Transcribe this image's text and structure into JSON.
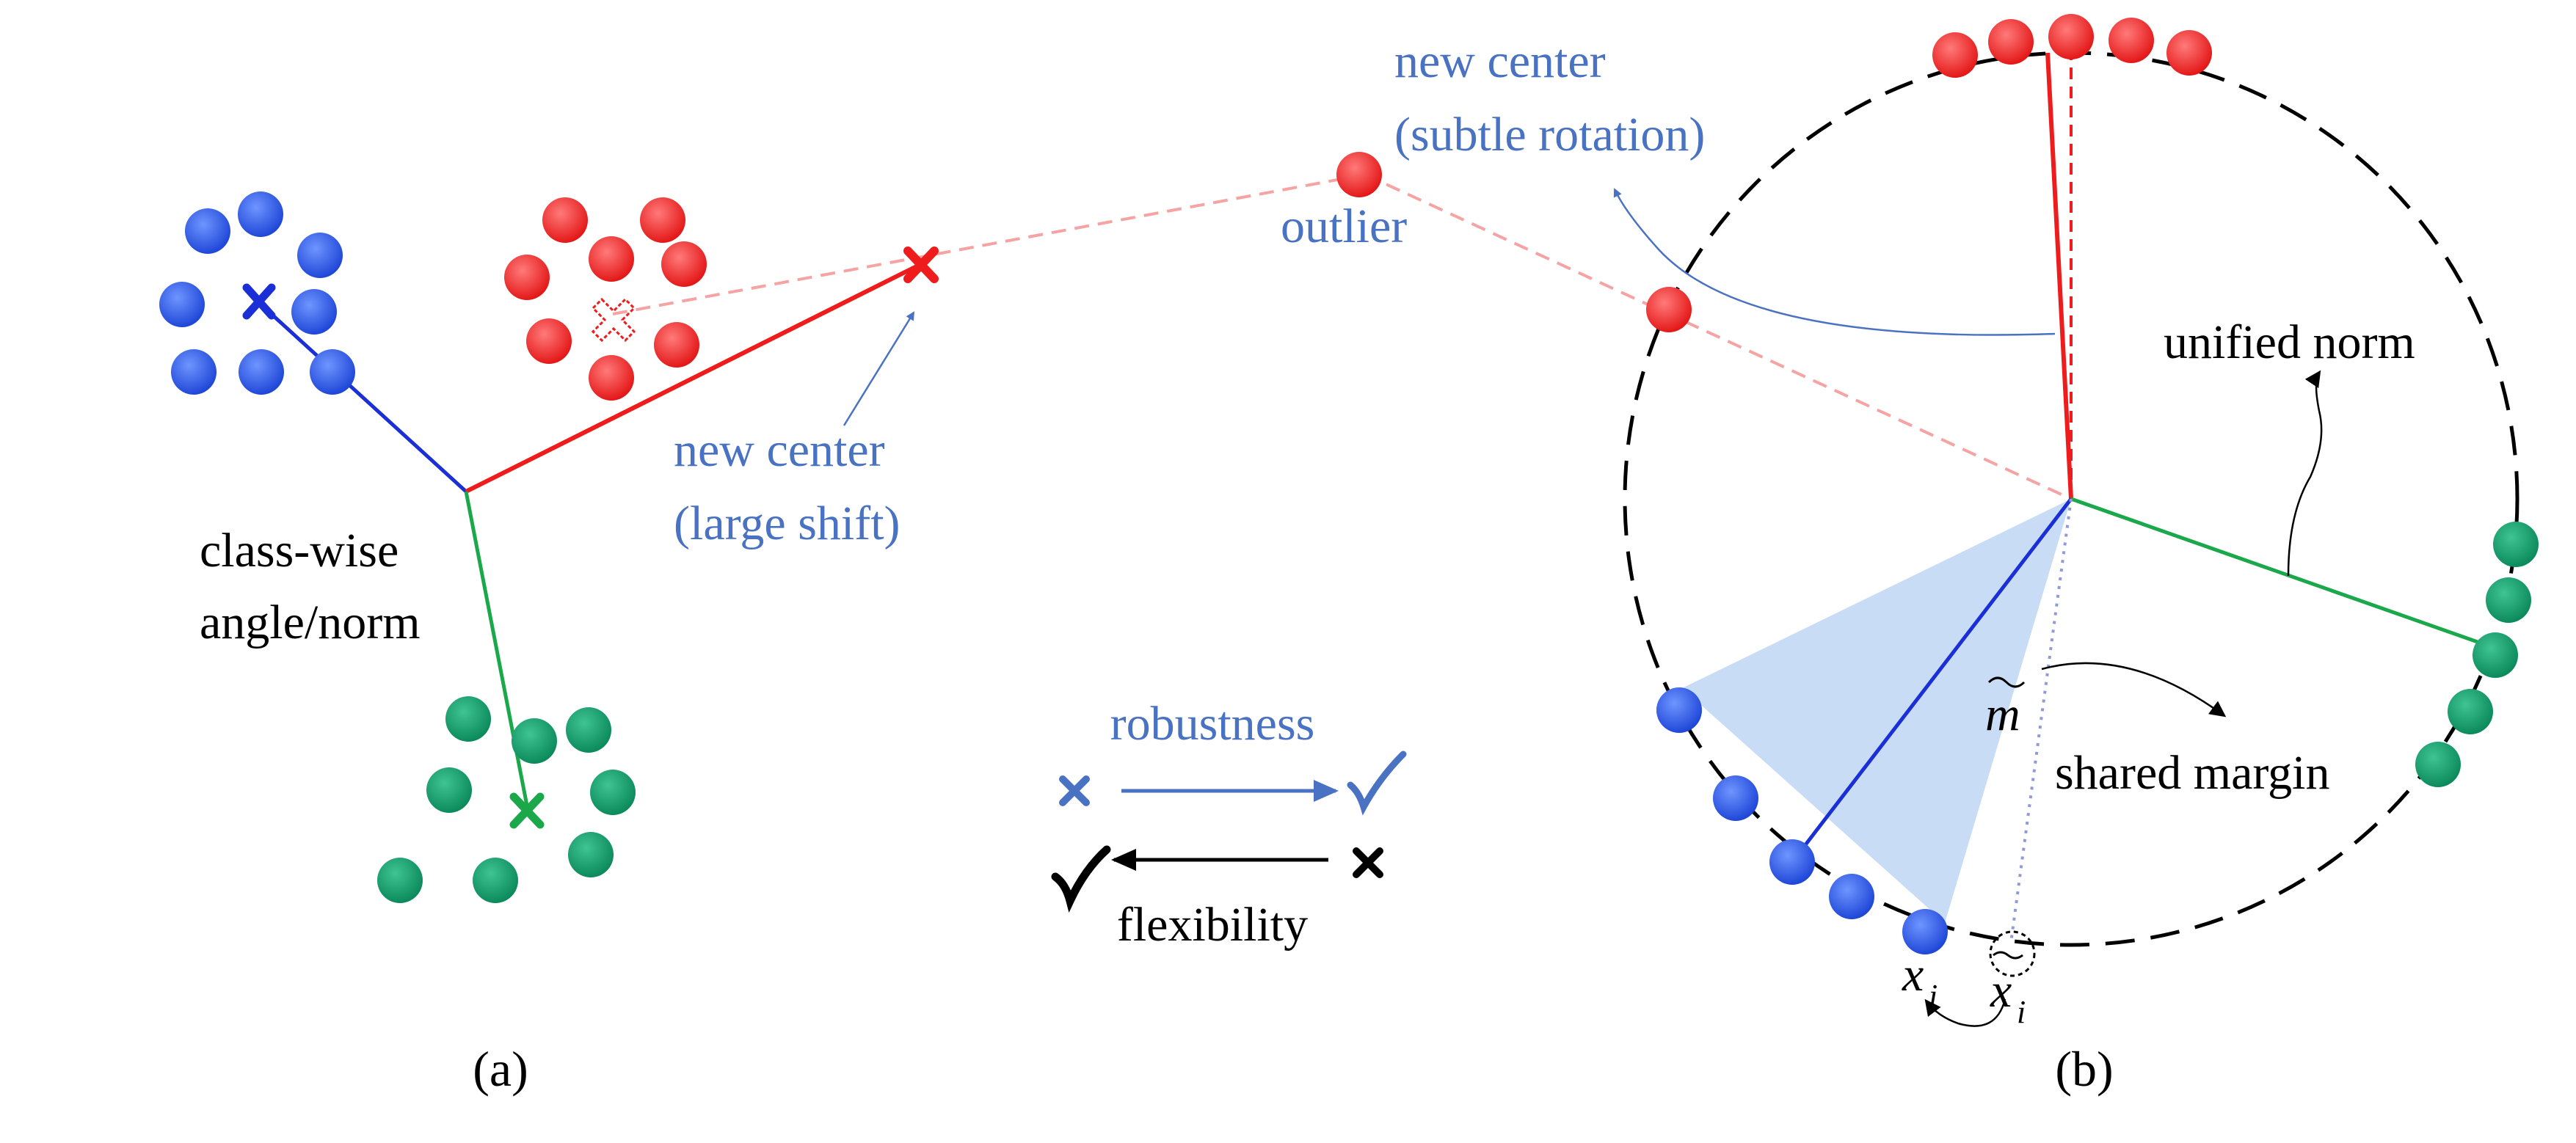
{
  "panel_a": {
    "caption": "(a)",
    "classwise_label_line1": "class-wise",
    "classwise_label_line2": "angle/norm",
    "new_center_line1": "new center",
    "new_center_line2": "(large shift)",
    "robustness_label": "robustness",
    "flexibility_label": "flexibility"
  },
  "panel_b": {
    "caption": "(b)",
    "new_center_line1": "new center",
    "new_center_line2": "(subtle rotation)",
    "outlier_label": "outlier",
    "unified_norm_label": "unified norm",
    "shared_margin_label": "shared margin",
    "margin_symbol": "m",
    "sample_symbol": "x",
    "sample_subscript": "i"
  },
  "colors": {
    "blue_class": "#2f5bea",
    "red_class": "#f02a2a",
    "green_class": "#14a06f",
    "label_blue": "#4a72c2",
    "margin_fill": "#c9dcf5"
  }
}
